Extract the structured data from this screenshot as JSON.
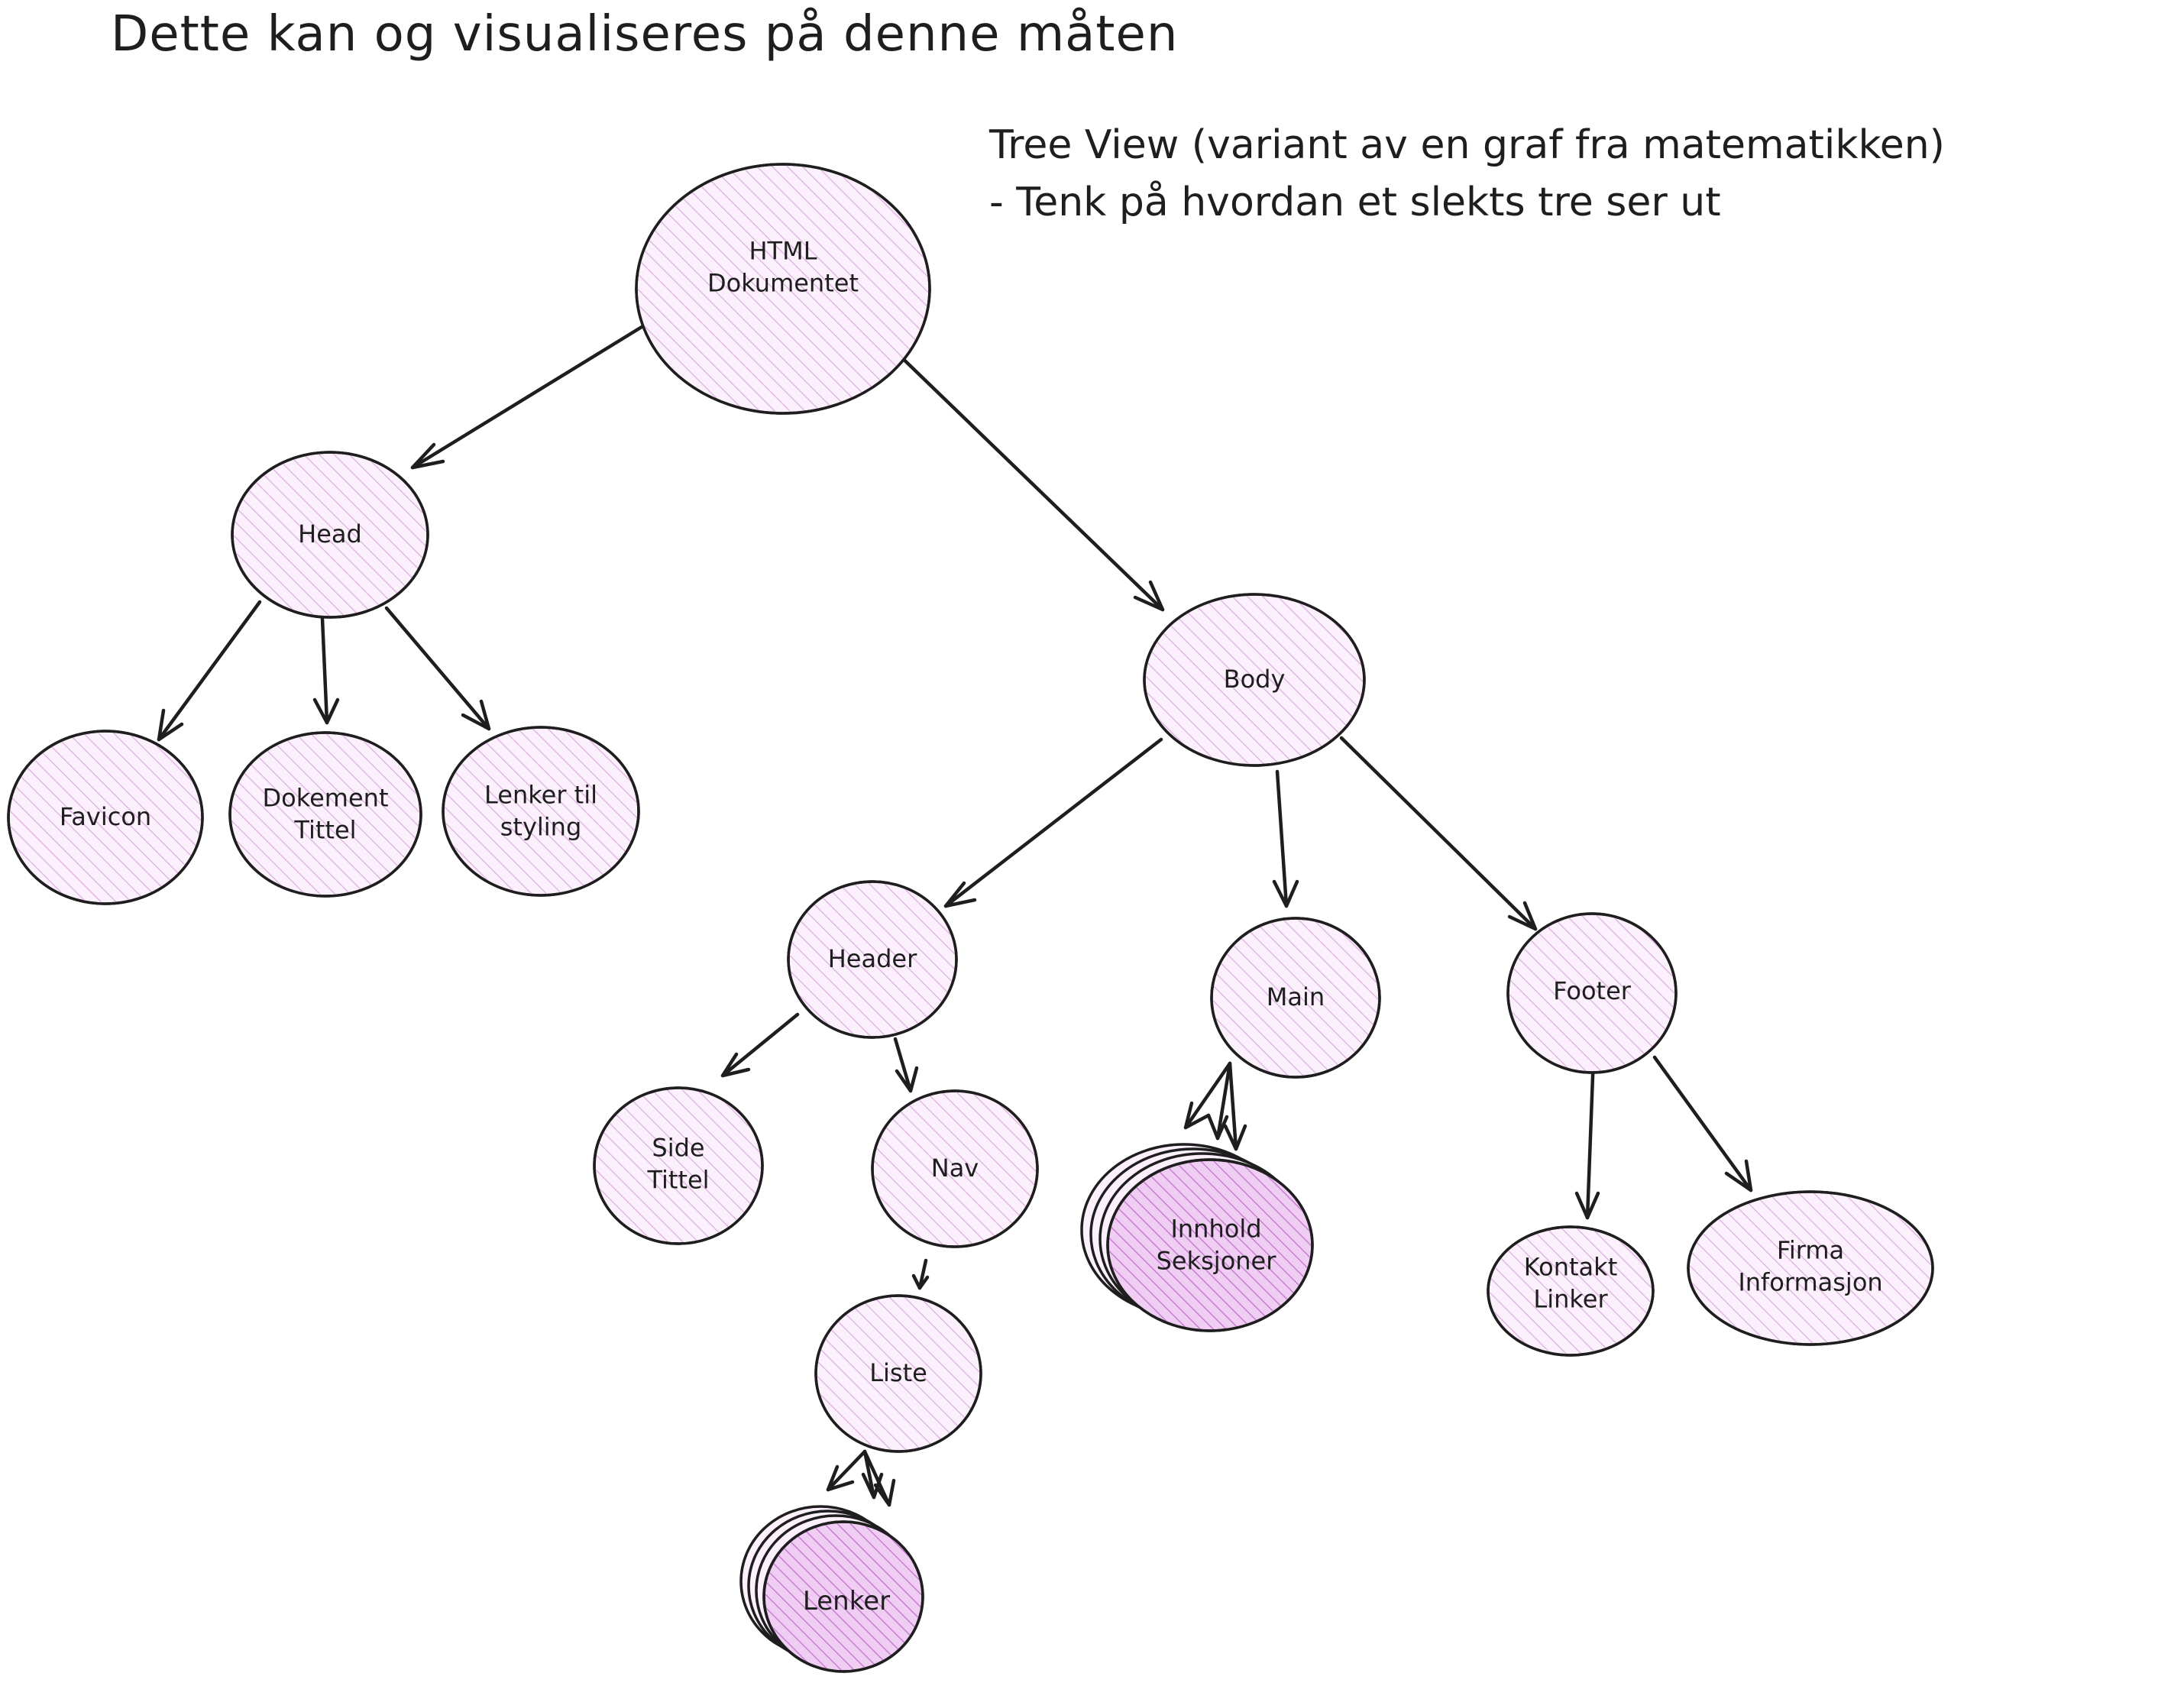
{
  "title": "Dette kan og visualiseres på denne måten",
  "notes": {
    "line1": "Tree View (variant av en graf fra matematikken)",
    "line2": "- Tenk på hvordan et slekts tre ser ut"
  },
  "colors": {
    "node_fill": "#f7e6f7",
    "node_fill_strong": "#ebbcf0",
    "hatch": "#d9a8de",
    "stroke": "#1e1e1e"
  },
  "nodes": {
    "html": "HTML\nDokumentet",
    "head": "Head",
    "favicon": "Favicon",
    "dokement_tittel": "Dokement\nTittel",
    "lenker_styling": "Lenker til\nstyling",
    "body": "Body",
    "header": "Header",
    "side_tittel": "Side\nTittel",
    "nav": "Nav",
    "liste": "Liste",
    "lenker": "Lenker",
    "main": "Main",
    "innhold": "Innhold\nSeksjoner",
    "footer": "Footer",
    "kontakt": "Kontakt\nLinker",
    "firma": "Firma\nInformasjon"
  }
}
